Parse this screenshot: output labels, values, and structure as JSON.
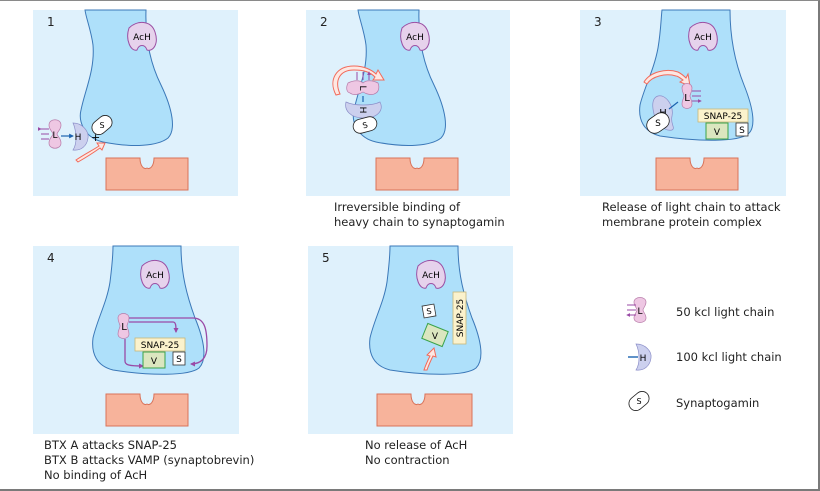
{
  "figure": {
    "colors": {
      "panel_bg": "#dff1fc",
      "terminal_fill": "#aee0fa",
      "terminal_stroke": "#3b78b8",
      "muscle_fill": "#f7b39b",
      "muscle_stroke": "#d9735a",
      "ach_fill": "#e6d2ec",
      "ach_stroke": "#9b4fa3",
      "light_chain_fill": "#eec7e3",
      "heavy_chain_fill": "#ccd0ee",
      "snap_fill": "#fbf2cc",
      "vamp_fill": "#dbe6bf",
      "vamp_stroke": "#3ba34a",
      "arrow_red": "#f26a5a",
      "arrow_purple": "#9a4aa6",
      "link_blue": "#1c63b0"
    },
    "panels": [
      {
        "number": "1",
        "ach_label": "AcH",
        "light_label": "L",
        "heavy_label": "H",
        "plus": "+",
        "syn_label": "S",
        "caption": []
      },
      {
        "number": "2",
        "ach_label": "AcH",
        "light_label": "L",
        "heavy_label": "H",
        "syn_label": "S",
        "caption": [
          "Irreversible binding of",
          "heavy chain to synaptogamin"
        ]
      },
      {
        "number": "3",
        "ach_label": "AcH",
        "light_label": "L",
        "heavy_label": "H",
        "syn_label": "S",
        "snap_label": "SNAP-25",
        "vamp_label": "V",
        "syntaxin_label": "S",
        "caption": [
          "Release of light chain to attack",
          "membrane protein complex"
        ]
      },
      {
        "number": "4",
        "ach_label": "AcH",
        "light_label": "L",
        "snap_label": "SNAP-25",
        "vamp_label": "V",
        "syntaxin_label": "S",
        "caption": [
          "BTX A  attacks SNAP-25",
          "BTX B attacks VAMP (synaptobrevin)",
          "No binding of AcH"
        ]
      },
      {
        "number": "5",
        "ach_label": "AcH",
        "snap_label": "SNAP-25",
        "vamp_label": "V",
        "syntaxin_label": "S",
        "caption": [
          "No release of AcH",
          "No contraction"
        ]
      }
    ],
    "legend": [
      {
        "icon": "light-chain-icon",
        "glyph": "L",
        "label": "50 kcl light chain"
      },
      {
        "icon": "heavy-chain-icon",
        "glyph": "H",
        "label": "100 kcl light chain"
      },
      {
        "icon": "synaptogamin-icon",
        "glyph": "S",
        "label": "Synaptogamin"
      }
    ]
  }
}
